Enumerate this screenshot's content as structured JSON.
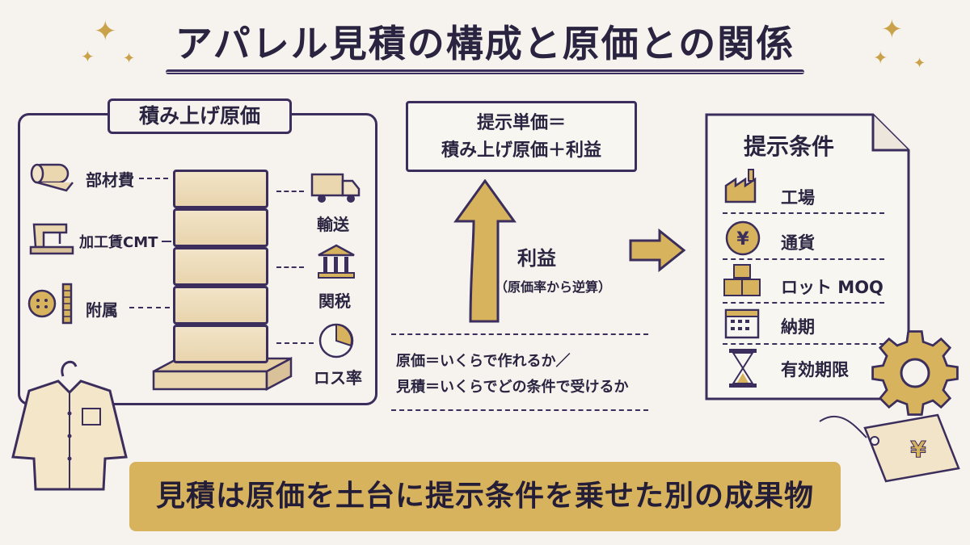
{
  "title": "アパレル見積の構成と原価との関係",
  "cost_stack": {
    "label": "積み上げ原価",
    "left_items": [
      "部材費",
      "加工賃CMT",
      "附属"
    ],
    "right_items": [
      "輸送",
      "関税",
      "ロス率"
    ]
  },
  "formula": {
    "line1": "提示単価＝",
    "line2": "積み上げ原価＋利益"
  },
  "profit": {
    "label": "利益",
    "note": "（原価率から逆算）"
  },
  "note": {
    "line1": "原価＝いくらで作れるか／",
    "line2": "見積＝いくらでどの条件で受けるか"
  },
  "conditions": {
    "title": "提示条件",
    "items": [
      {
        "label": "工場",
        "icon": "factory-icon"
      },
      {
        "label": "通貨",
        "icon": "yen-coin-icon"
      },
      {
        "label": "ロット MOQ",
        "icon": "boxes-icon"
      },
      {
        "label": "納期",
        "icon": "calendar-icon"
      },
      {
        "label": "有効期限",
        "icon": "hourglass-icon"
      }
    ]
  },
  "price_tag_symbol": "¥",
  "coin_symbol": "¥",
  "banner": "見積は原価を土台に提示条件を乗せた別の成果物",
  "colors": {
    "ink": "#2b2440",
    "gold": "#d8b35e",
    "block": "#ead7b0",
    "background": "#f6f3ee"
  }
}
